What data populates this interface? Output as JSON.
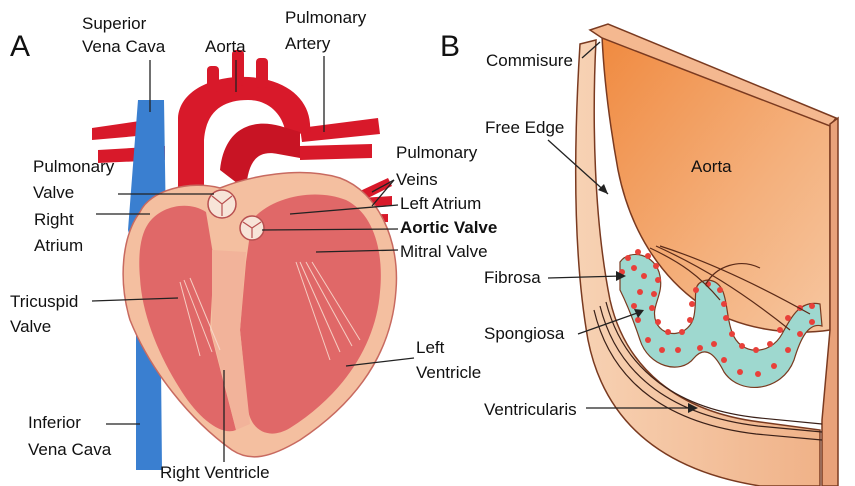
{
  "panel_a": {
    "letter": "A",
    "labels": {
      "superior_vena_cava": [
        "Superior",
        "Vena Cava"
      ],
      "aorta": "Aorta",
      "pulmonary_artery": [
        "Pulmonary",
        "Artery"
      ],
      "pulmonary_valve": [
        "Pulmonary",
        "Valve"
      ],
      "pulmonary_veins": [
        "Pulmonary",
        "Veins"
      ],
      "right_atrium": [
        "Right",
        "Atrium"
      ],
      "left_atrium": "Left Atrium",
      "aortic_valve": "Aortic Valve",
      "mitral_valve": "Mitral Valve",
      "tricuspid_valve": [
        "Tricuspid",
        "Valve"
      ],
      "left_ventricle": [
        "Left",
        "Ventricle"
      ],
      "inferior_vena_cava": [
        "Inferior",
        "Vena Cava"
      ],
      "right_ventricle": "Right Ventricle"
    }
  },
  "panel_b": {
    "letter": "B",
    "labels": {
      "commisure": "Commisure",
      "free_edge": "Free Edge",
      "aorta": "Aorta",
      "fibrosa": "Fibrosa",
      "spongiosa": "Spongiosa",
      "ventricularis": "Ventricularis"
    }
  },
  "colors": {
    "blood_red": "#d8192a",
    "vein_blue": "#3a7fd0",
    "myocardium": "#f4bfa0",
    "chamber": "#e06868",
    "aorta_orange": "#f0944e",
    "spongiosa_teal": "#9ed8cf",
    "fibrosa_dots": "#e8403a"
  }
}
